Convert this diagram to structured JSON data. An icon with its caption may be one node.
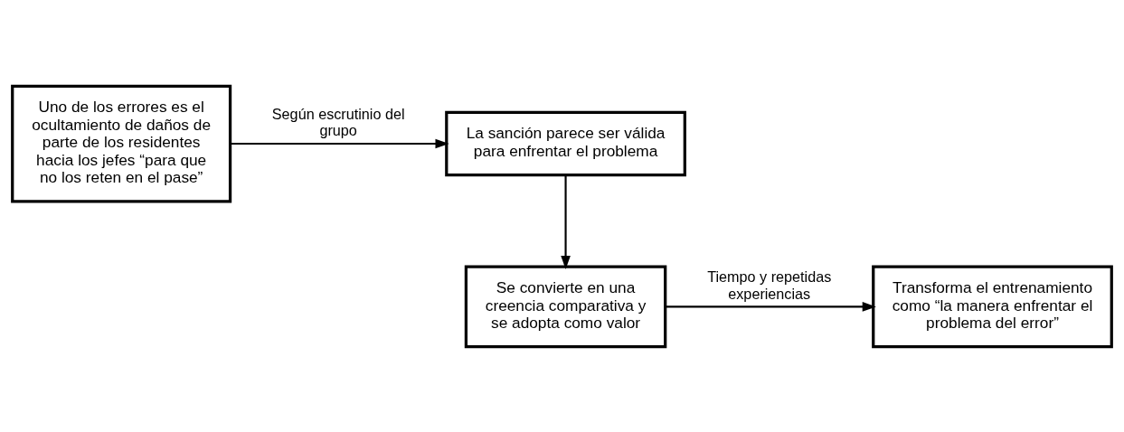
{
  "diagram": {
    "nodes": [
      {
        "text": [
          "Uno de los errores es el ocultamiento de daños de parte de los residentes hacia los jefes “para que no los reten en el pase”"
        ]
      },
      {
        "text": [
          "La sanción parece ser válida para enfrentar el problema"
        ]
      },
      {
        "text": [
          "Se convierte en una creencia comparativa y se adopta como valor"
        ]
      },
      {
        "text": [
          "Transforma el entrenamiento como “la manera enfrentar el problema del error”"
        ]
      }
    ],
    "edges": [
      {
        "from": 0,
        "to": 1,
        "arrow": "to",
        "label": "Según escrutinio del grupo"
      },
      {
        "from": 1,
        "to": 2,
        "arrow": "to"
      },
      {
        "from": 2,
        "to": 3,
        "arrow": "to",
        "label": "Tiempo y repetidas experiencias"
      }
    ]
  }
}
